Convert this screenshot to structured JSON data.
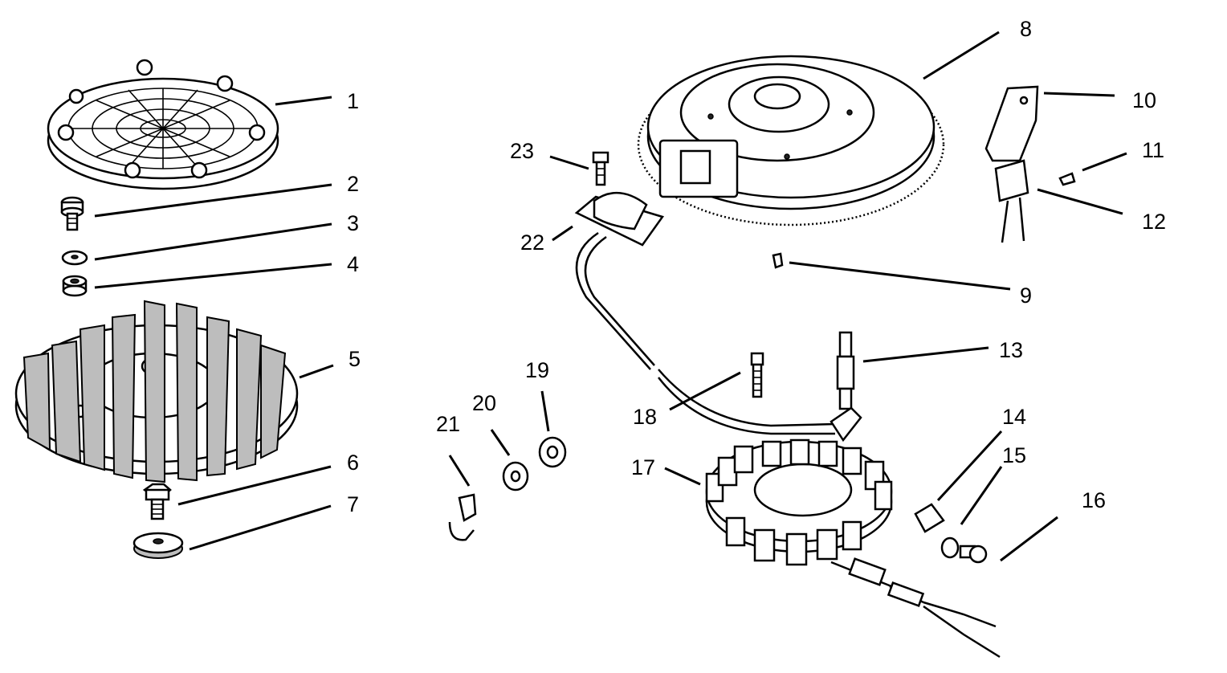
{
  "callouts": [
    {
      "id": "1",
      "part": "cover-screen"
    },
    {
      "id": "2",
      "part": "screw"
    },
    {
      "id": "3",
      "part": "washer-small"
    },
    {
      "id": "4",
      "part": "spacer"
    },
    {
      "id": "5",
      "part": "fan"
    },
    {
      "id": "6",
      "part": "bolt"
    },
    {
      "id": "7",
      "part": "washer-large"
    },
    {
      "id": "8",
      "part": "flywheel"
    },
    {
      "id": "9",
      "part": "key"
    },
    {
      "id": "10",
      "part": "bracket"
    },
    {
      "id": "11",
      "part": "clip"
    },
    {
      "id": "12",
      "part": "terminal-block"
    },
    {
      "id": "13",
      "part": "spark-plug-boot"
    },
    {
      "id": "14",
      "part": "clamp"
    },
    {
      "id": "15",
      "part": "lock-washer"
    },
    {
      "id": "16",
      "part": "screw-stator"
    },
    {
      "id": "17",
      "part": "stator"
    },
    {
      "id": "18",
      "part": "screw-long"
    },
    {
      "id": "19",
      "part": "washer-19"
    },
    {
      "id": "20",
      "part": "washer-20"
    },
    {
      "id": "21",
      "part": "wire-clip"
    },
    {
      "id": "22",
      "part": "ignition-module"
    },
    {
      "id": "23",
      "part": "screw-module"
    }
  ]
}
